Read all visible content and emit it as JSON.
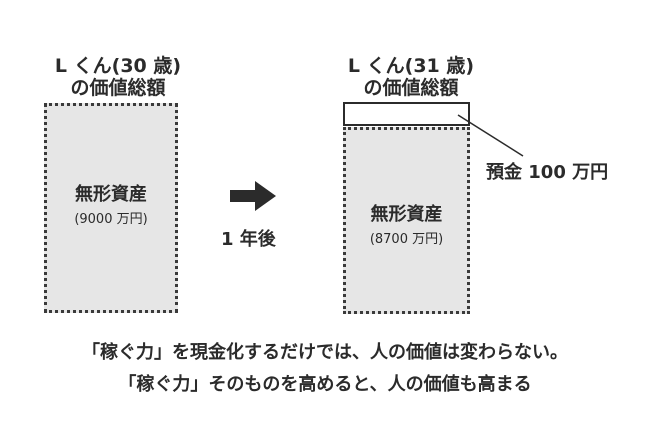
{
  "left": {
    "title_line1": "L くん(30 歳)",
    "title_line2": "の価値総額",
    "box_label": "無形資産",
    "box_value": "(9000 万円)"
  },
  "right": {
    "title_line1": "L くん(31 歳)",
    "title_line2": "の価値総額",
    "box_label": "無形資産",
    "box_value": "(8700 万円)",
    "savings_label": "預金 100 万円"
  },
  "transition": {
    "label": "1 年後",
    "icon": "arrow-right-icon"
  },
  "captions": {
    "line1": "「稼ぐ力」を現金化するだけでは、人の価値は変わらない。",
    "line2": "「稼ぐ力」そのものを高めると、人の価値も高まる"
  }
}
